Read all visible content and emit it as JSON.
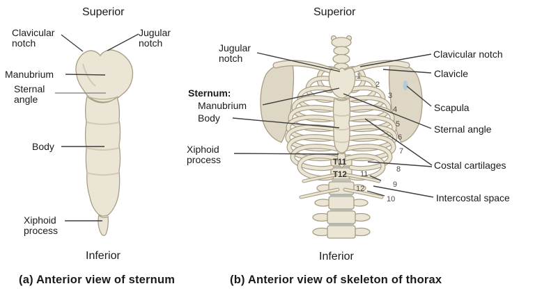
{
  "panel_a": {
    "superior": "Superior",
    "inferior": "Inferior",
    "caption": "(a) Anterior view of sternum",
    "labels": {
      "clavicular_notch": "Clavicular notch",
      "jugular_notch": "Jugular notch",
      "manubrium": "Manubrium",
      "sternal_angle": "Sternal angle",
      "body": "Body",
      "xiphoid_process": "Xiphoid process"
    }
  },
  "panel_b": {
    "superior": "Superior",
    "inferior": "Inferior",
    "caption": "(b) Anterior view of skeleton of thorax",
    "labels": {
      "jugular_notch": "Jugular notch",
      "sternum_heading": "Sternum:",
      "manubrium": "Manubrium",
      "body": "Body",
      "xiphoid_process": "Xiphoid process",
      "clavicular_notch": "Clavicular notch",
      "clavicle": "Clavicle",
      "scapula": "Scapula",
      "sternal_angle": "Sternal angle",
      "costal_cartilages": "Costal cartilages",
      "intercostal_space": "Intercostal space"
    },
    "rib_numbers": [
      "1",
      "2",
      "3",
      "4",
      "5",
      "6",
      "7",
      "8",
      "9",
      "10",
      "11",
      "12"
    ],
    "vertebra_labels": [
      "T11",
      "T12"
    ]
  },
  "colors": {
    "background": "#ffffff",
    "text": "#1a1a1a",
    "bone": "#ebe5d6",
    "bone_outline": "#a89d83",
    "bone_shade": "#d2c9b2",
    "scapula": "#ded7c6",
    "leader": "#3d3d3d",
    "leader_gray": "#8d8d8d"
  }
}
